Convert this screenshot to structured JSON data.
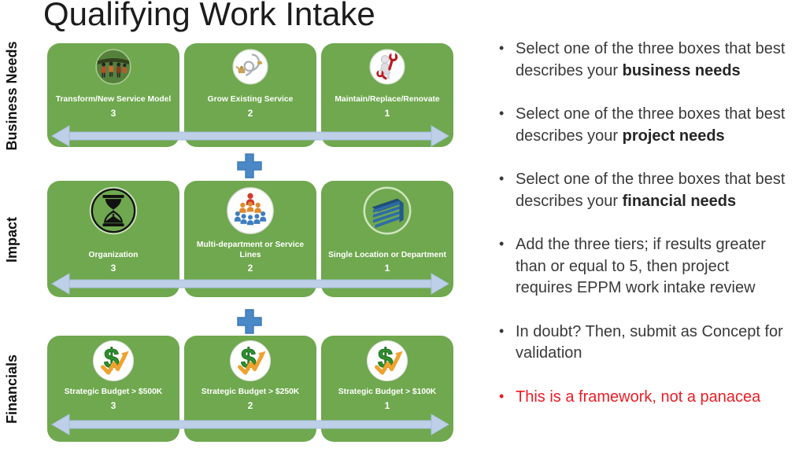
{
  "title": "Qualifying Work Intake",
  "colors": {
    "box_green": "#6fa84e",
    "arrow_blue": "#bdd0e8",
    "plus_blue": "#4a88c7",
    "alert_red": "#ed1c24",
    "body_text": "#3a3a3a"
  },
  "rows": [
    {
      "label": "Business Needs",
      "boxes": [
        {
          "icon": "team-photo-icon",
          "label": "Transform/New Service Model",
          "score": "3"
        },
        {
          "icon": "grow-sprout-icon",
          "label": "Grow Existing Service",
          "score": "2"
        },
        {
          "icon": "wrench-figure-icon",
          "label": "Maintain/Replace/Renovate",
          "score": "1"
        }
      ]
    },
    {
      "label": "Impact",
      "boxes": [
        {
          "icon": "hourglass-icon",
          "label": "Organization",
          "score": "3"
        },
        {
          "icon": "people-group-icon",
          "label": "Multi-department or Service\nLines",
          "score": "2"
        },
        {
          "icon": "building-icon",
          "label": "Single Location or Department",
          "score": "1"
        }
      ]
    },
    {
      "label": "Financials",
      "boxes": [
        {
          "icon": "dollar-check-icon",
          "label": "Strategic Budget > $500K",
          "score": "3"
        },
        {
          "icon": "dollar-check-icon",
          "label": "Strategic Budget > $250K",
          "score": "2"
        },
        {
          "icon": "dollar-check-icon",
          "label": "Strategic Budget > $100K",
          "score": "1"
        }
      ]
    }
  ],
  "bullets": [
    {
      "pre": "Select one of the three boxes that best\ndescribes your ",
      "bold": "business needs"
    },
    {
      "pre": "Select one of the three boxes that best\ndescribes your ",
      "bold": "project needs"
    },
    {
      "pre": "Select one of the three boxes that best\ndescribes your ",
      "bold": "financial needs"
    },
    {
      "pre": "Add the three tiers; if results greater\nthan or equal to 5, then project\nrequires EPPM work intake review"
    },
    {
      "pre": "In doubt? Then, submit as Concept for\nvalidation"
    },
    {
      "pre": "This is a framework, not a panacea"
    }
  ]
}
